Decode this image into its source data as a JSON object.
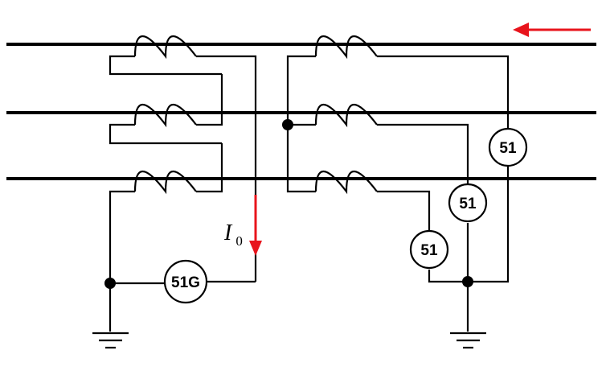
{
  "diagram": {
    "relays": {
      "ground": "51G",
      "phase_a": "51",
      "phase_b": "51",
      "phase_c": "51"
    },
    "current": {
      "symbol": "I",
      "subscript": "0"
    },
    "colors": {
      "wire": "#000000",
      "arrow": "#e8141c",
      "background": "#ffffff"
    },
    "icons": [
      "current-transformer-coil-icon",
      "ground-symbol-icon",
      "power-flow-arrow-icon"
    ]
  }
}
